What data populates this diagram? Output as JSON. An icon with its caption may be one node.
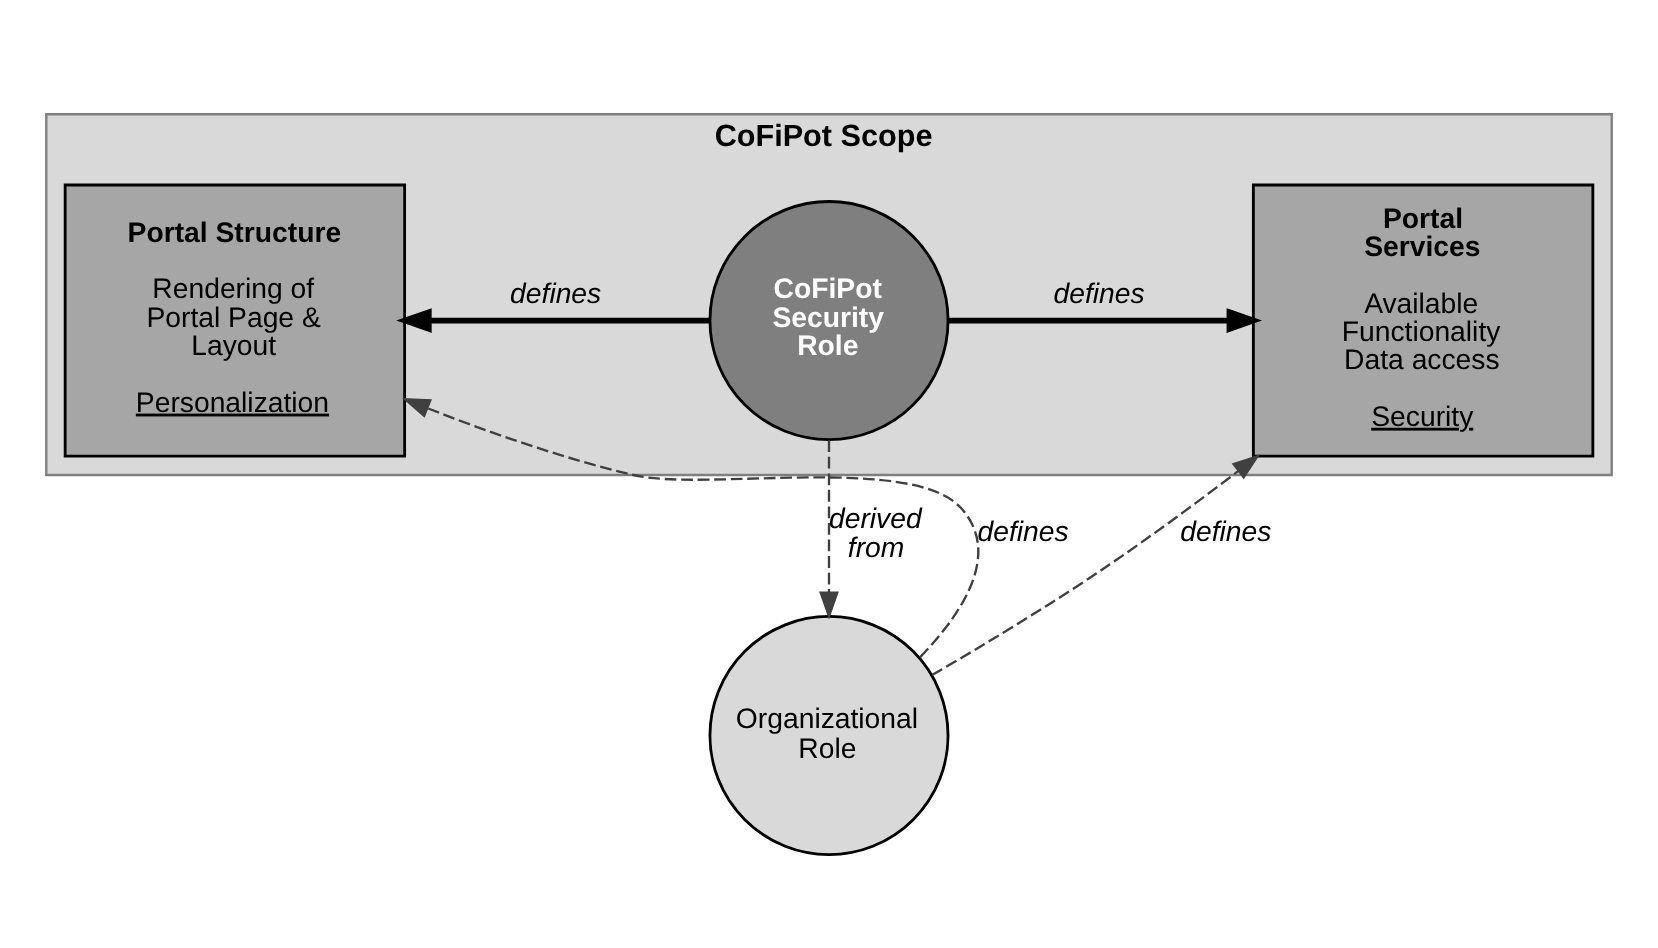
{
  "diagram": {
    "nodes": [
      {
        "text": [
          "CoFiPot Scope"
        ]
      },
      {
        "text": [
          "Portal Structure",
          "Rendering of Portal Page & Layout",
          "Personalization"
        ],
        "in": 0
      },
      {
        "text": [
          "CoFiPot Security Role"
        ],
        "in": 0
      },
      {
        "text": [
          "Portal Services",
          "Available Functionality Data access",
          "Security"
        ],
        "in": 0
      },
      {
        "text": [
          "Organizational Role"
        ]
      }
    ],
    "edges": [
      {
        "from": 2,
        "to": 1,
        "arrow": "to",
        "label": "defines",
        "style": "thick"
      },
      {
        "from": 2,
        "to": 3,
        "arrow": "to",
        "label": "defines",
        "style": "thick"
      },
      {
        "from": 2,
        "to": 4,
        "arrow": "to",
        "label": "derived from",
        "style": "dashed"
      },
      {
        "from": 4,
        "to": 1,
        "arrow": "to",
        "label": "defines",
        "style": "dashed"
      },
      {
        "from": 4,
        "to": 3,
        "arrow": "to",
        "label": "defines",
        "style": "dashed"
      }
    ]
  }
}
